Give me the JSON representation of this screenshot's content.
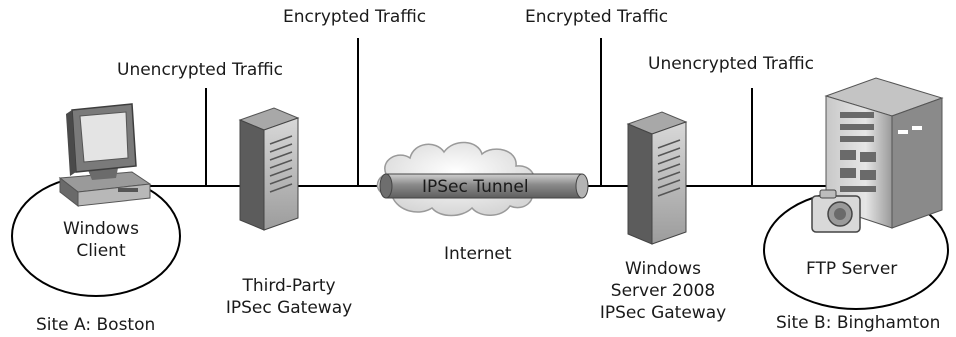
{
  "labels": {
    "encrypted_left": "Encrypted Traffic",
    "encrypted_right": "Encrypted Traffic",
    "unencrypted_left": "Unencrypted Traffic",
    "unencrypted_right": "Unencrypted Traffic",
    "tunnel": "IPSec Tunnel",
    "internet": "Internet",
    "client_line1": "Windows",
    "client_line2": "Client",
    "third_party_line1": "Third-Party",
    "third_party_line2": "IPSec Gateway",
    "win_gw_line1": "Windows",
    "win_gw_line2": "Server 2008",
    "win_gw_line3": "IPSec Gateway",
    "ftp_server": "FTP Server",
    "site_a": "Site A: Boston",
    "site_b": "Site B: Binghamton"
  },
  "colors": {
    "line": "#000000",
    "device_dark": "#5a5a5a",
    "device_light": "#bdbdbd",
    "cloud": "#e8e8e8",
    "tunnel": "#9a9a9a"
  },
  "icons": [
    "computer-icon",
    "server-icon",
    "cloud-icon",
    "tunnel-pipe",
    "camera-icon"
  ]
}
